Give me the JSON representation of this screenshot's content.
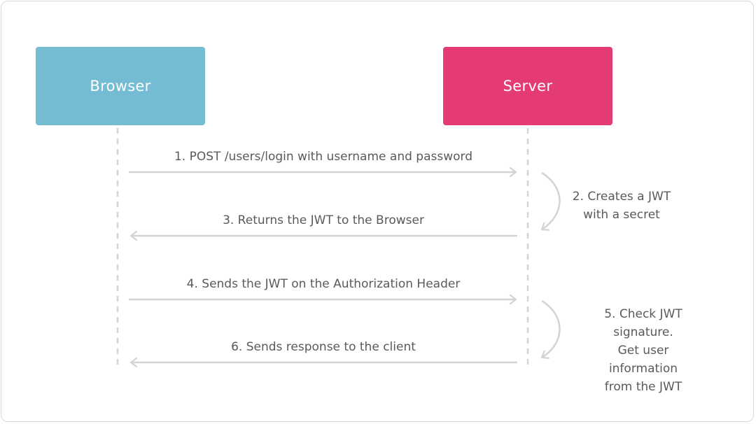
{
  "actors": {
    "browser": {
      "label": "Browser",
      "color": "#74bcd4"
    },
    "server": {
      "label": "Server",
      "color": "#e43b73"
    }
  },
  "messages": [
    {
      "label": "1. POST /users/login with username and password",
      "direction": "to-server"
    },
    {
      "label": "3. Returns the JWT to the Browser",
      "direction": "to-browser"
    },
    {
      "label": "4. Sends the JWT on the Authorization Header",
      "direction": "to-server"
    },
    {
      "label": "6. Sends response to the client",
      "direction": "to-browser"
    }
  ],
  "notes": [
    {
      "lines": [
        "2. Creates a JWT",
        "with a secret"
      ]
    },
    {
      "lines": [
        "5. Check JWT signature.",
        "Get user information",
        "from the JWT"
      ]
    }
  ],
  "colors": {
    "line": "#d4d4d4",
    "text": "#5a5a5a"
  }
}
